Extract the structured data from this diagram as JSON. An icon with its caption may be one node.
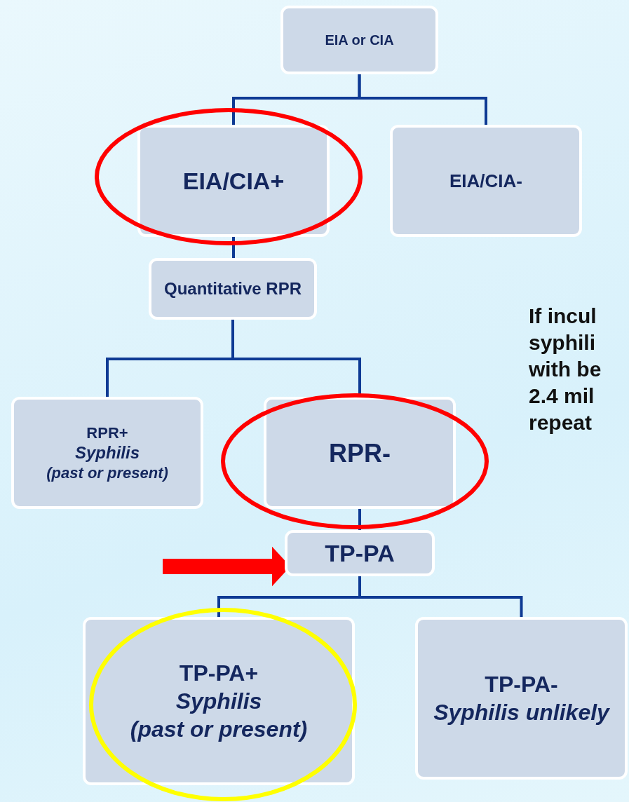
{
  "diagram": {
    "nodes": [
      {
        "text": [
          "EIA or CIA"
        ]
      },
      {
        "text": [
          "EIA/CIA+"
        ]
      },
      {
        "text": [
          "EIA/CIA-"
        ]
      },
      {
        "text": [
          "Quantitative RPR"
        ]
      },
      {
        "text": [
          "RPR+",
          "Syphilis",
          "(past or present)"
        ]
      },
      {
        "text": [
          "RPR-"
        ]
      },
      {
        "text": [
          "TP-PA"
        ]
      },
      {
        "text": [
          "TP-PA+",
          "Syphilis",
          "(past or present)"
        ]
      },
      {
        "text": [
          "TP-PA-",
          "Syphilis unlikely"
        ]
      }
    ],
    "edges": [
      {
        "from": 0,
        "to": 1,
        "arrow": "none"
      },
      {
        "from": 0,
        "to": 2,
        "arrow": "none"
      },
      {
        "from": 1,
        "to": 3,
        "arrow": "none"
      },
      {
        "from": 3,
        "to": 4,
        "arrow": "none"
      },
      {
        "from": 3,
        "to": 5,
        "arrow": "none"
      },
      {
        "from": 5,
        "to": 6,
        "arrow": "none"
      },
      {
        "from": 6,
        "to": 7,
        "arrow": "none"
      },
      {
        "from": 6,
        "to": 8,
        "arrow": "none"
      },
      {
        "from": null,
        "to": 6,
        "arrow": "to",
        "style": "thick",
        "color": "#ff0000"
      }
    ],
    "labels": [
      "If incul syphili with be 2.4 mil repeat"
    ]
  }
}
